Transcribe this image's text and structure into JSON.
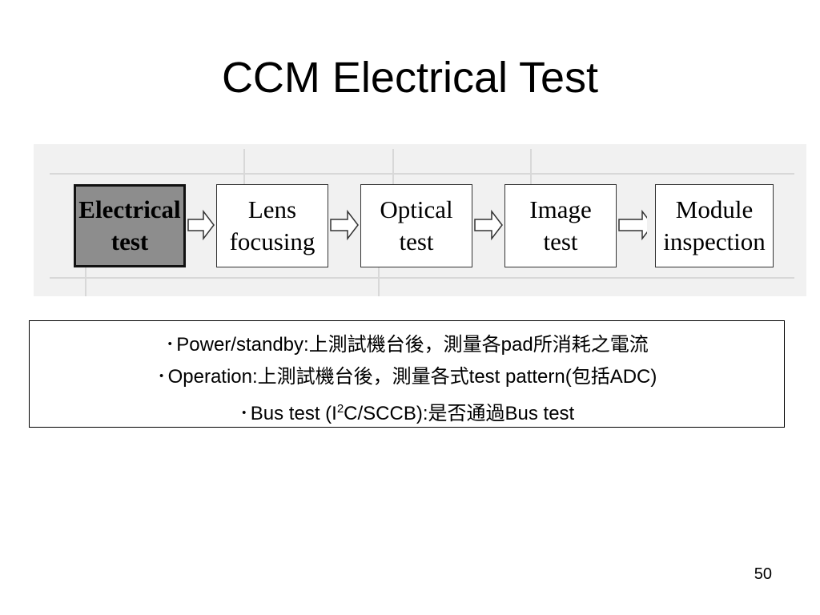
{
  "slide": {
    "title": "CCM Electrical Test",
    "page_number": "50"
  },
  "flow": {
    "steps": [
      {
        "label": "Electrical\ntest",
        "highlighted": true
      },
      {
        "label": "Lens\nfocusing",
        "highlighted": false
      },
      {
        "label": "Optical\ntest",
        "highlighted": false
      },
      {
        "label": "Image\ntest",
        "highlighted": false
      },
      {
        "label": "Module\ninspection",
        "highlighted": false
      }
    ],
    "colors": {
      "highlight_fill": "#8d8d8d",
      "box_border": "#333333",
      "backdrop": "#f1f1f1"
    }
  },
  "notes": {
    "bullet": "･",
    "lines": [
      {
        "text": "Power/standby:上測試機台後，測量各pad所消耗之電流"
      },
      {
        "text": "Operation:上測試機台後，測量各式test pattern(包括ADC)"
      },
      {
        "pre": "Bus test (I",
        "sup": "2",
        "post": "C/SCCB):是否通過Bus test"
      }
    ]
  }
}
